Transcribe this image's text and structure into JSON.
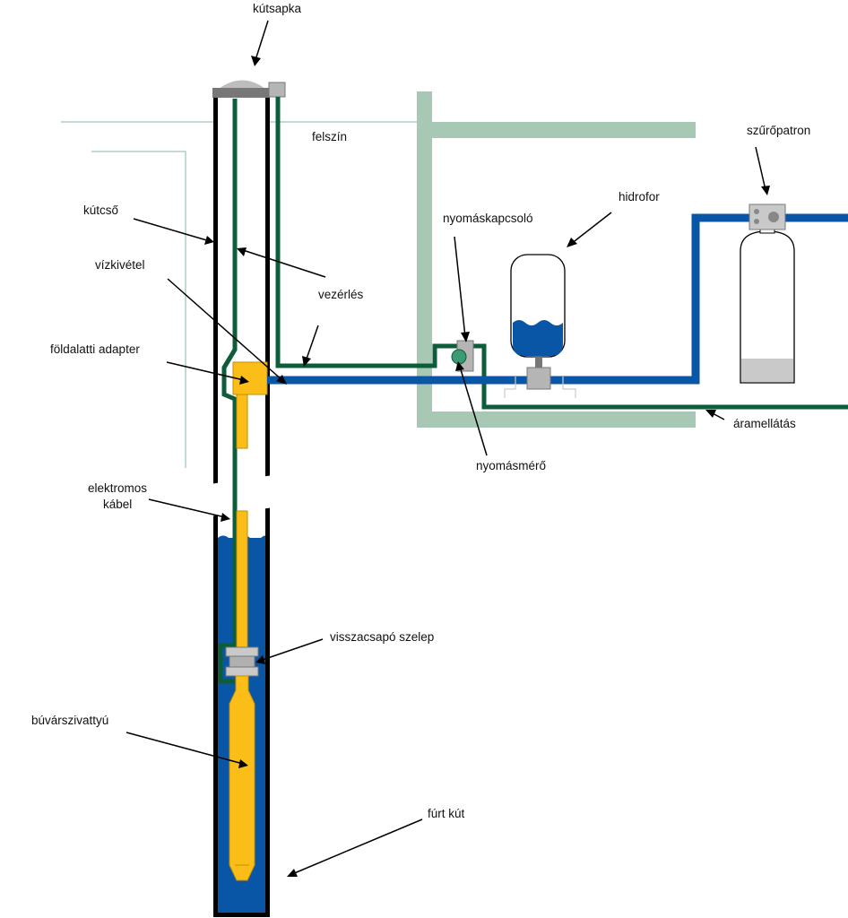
{
  "labels": {
    "well_cap": "kútsapka",
    "surface": "felszín",
    "well_casing": "kútcső",
    "water_outlet": "vízkivétel",
    "control": "vezérlés",
    "pitless_adapter": "földalatti adapter",
    "pressure_switch": "nyomáskapcsoló",
    "pressure_tank": "hidrofor",
    "filter_cartridge": "szűrőpatron",
    "power_supply": "áramellátás",
    "pressure_gauge": "nyomásmérő",
    "electric_cable_line1": "elektromos",
    "electric_cable_line2": "kábel",
    "check_valve": "visszacsapó szelep",
    "submersible_pump": "búvárszivattyú",
    "drilled_well": "fúrt kút"
  },
  "colors": {
    "water_blue": "#0a56a6",
    "cable_green": "#0d5c3a",
    "pump_yellow": "#fbbd18",
    "building_green": "#a8c8b6",
    "gray": "#a9a9a9",
    "dark_gray": "#777777",
    "black": "#000000"
  },
  "icons": [
    "well-cap-dome-icon",
    "pressure-gauge-icon",
    "pressure-tank-icon",
    "filter-cartridge-icon",
    "check-valve-icon",
    "submersible-pump-icon"
  ]
}
